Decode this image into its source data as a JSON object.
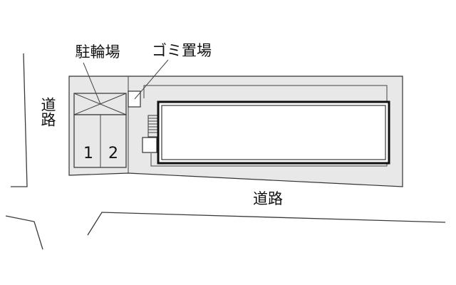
{
  "labels": {
    "bicycle_parking": "駐輪場",
    "garbage_area": "ゴミ置場",
    "road_left": "道路",
    "road_bottom": "道路"
  },
  "parking_slots": [
    "1",
    "2"
  ],
  "colors": {
    "lot_fill": "#e8e8e8",
    "building_fill": "#ffffff",
    "outline": "#333333",
    "building_border": "#111111",
    "text": "#111111"
  }
}
